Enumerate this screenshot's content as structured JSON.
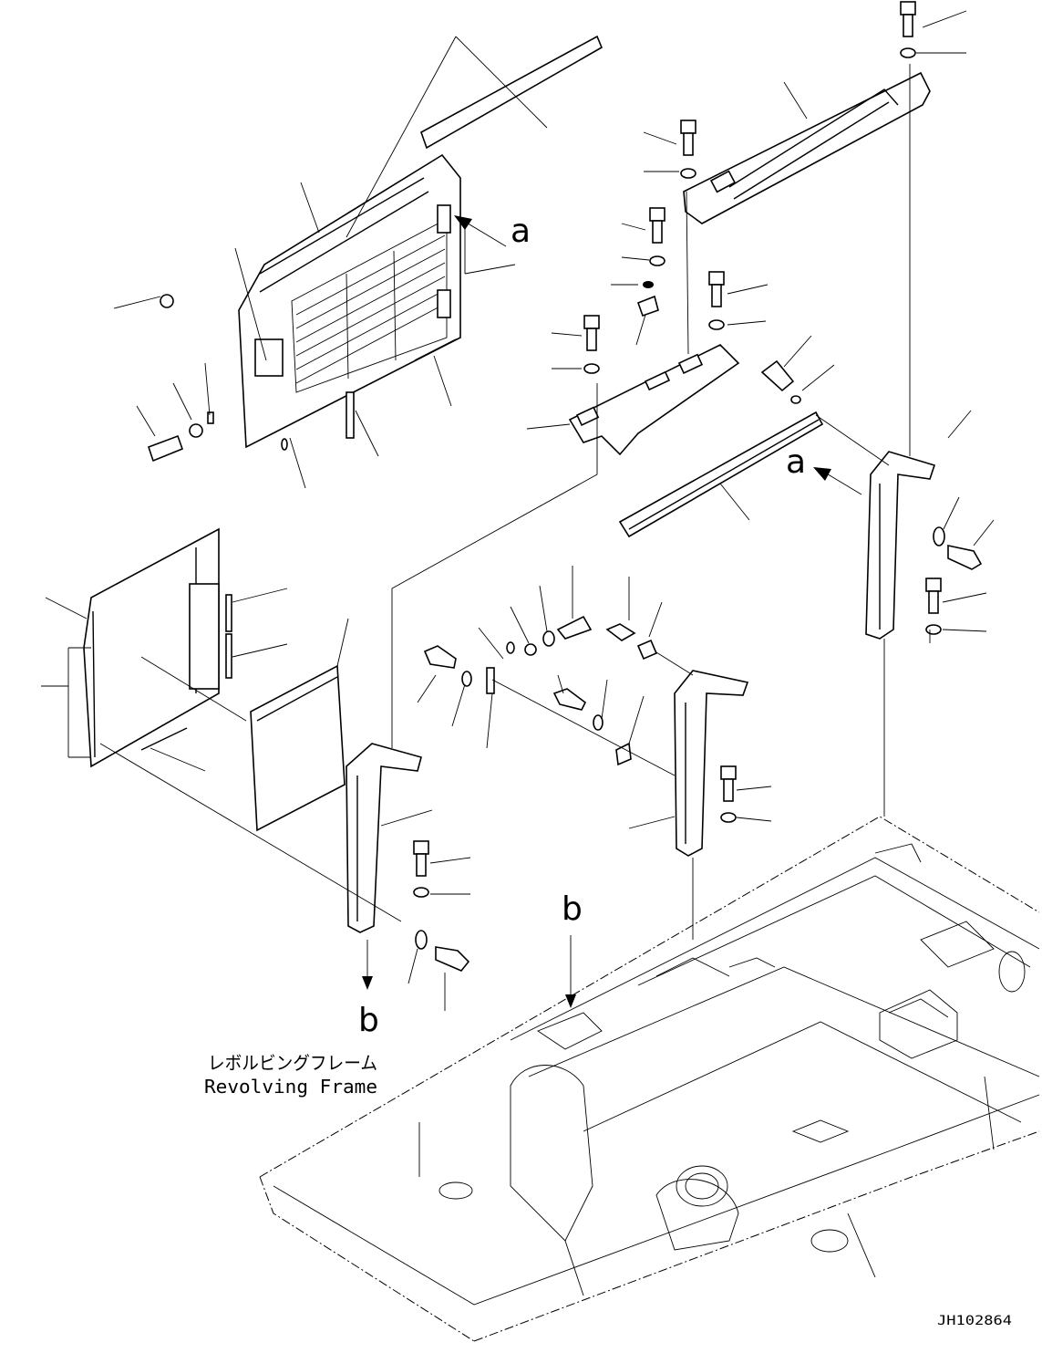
{
  "labels": {
    "a1": "a",
    "a2": "a",
    "b1": "b",
    "b2": "b",
    "frame_jp": "レボルビングフレーム",
    "frame_en": "Revolving Frame",
    "drawing_no": "JH102864"
  }
}
